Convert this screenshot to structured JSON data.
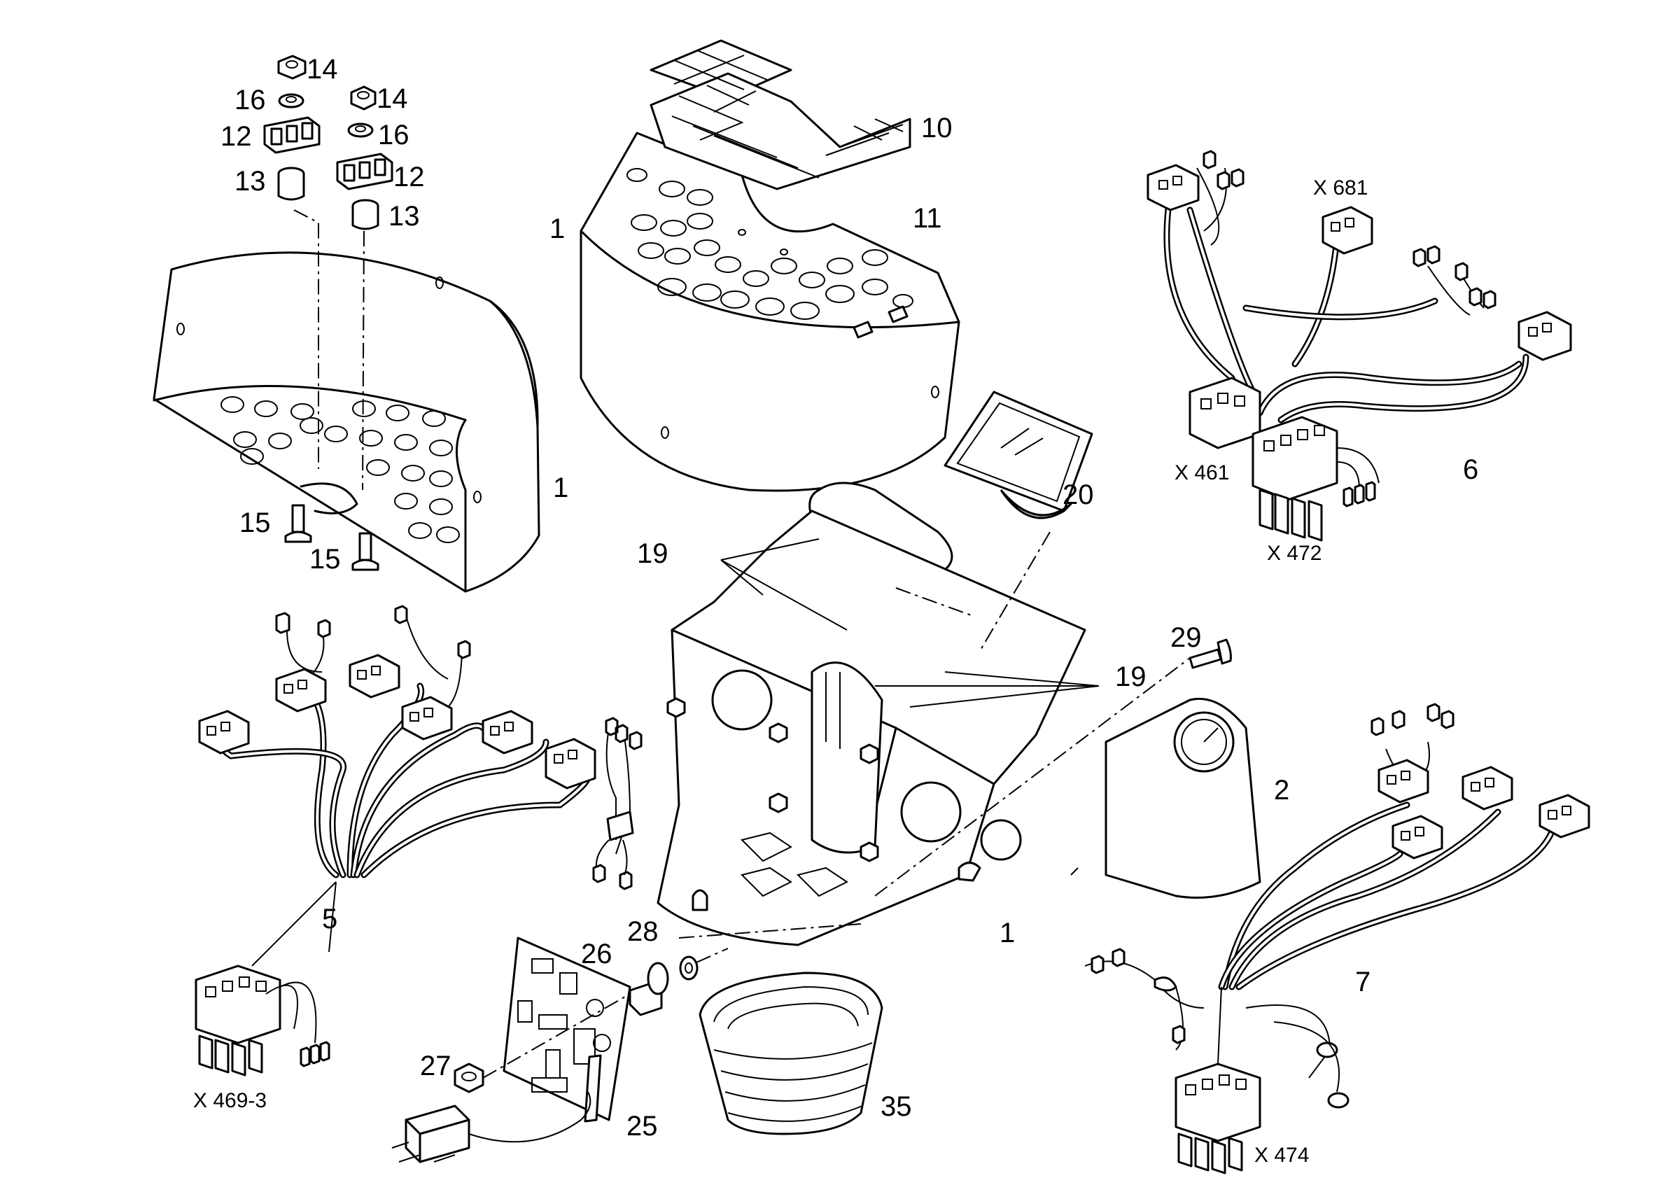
{
  "labels": {
    "n1a": "1",
    "n1b": "1",
    "n1c": "1",
    "n2": "2",
    "n5": "5",
    "n6": "6",
    "n7": "7",
    "n10": "10",
    "n11": "11",
    "n12a": "12",
    "n12b": "12",
    "n13a": "13",
    "n13b": "13",
    "n14a": "14",
    "n14b": "14",
    "n15a": "15",
    "n15b": "15",
    "n16a": "16",
    "n16b": "16",
    "n19a": "19",
    "n19b": "19",
    "n20": "20",
    "n25": "25",
    "n26": "26",
    "n27": "27",
    "n28": "28",
    "n29": "29",
    "n35": "35"
  },
  "connectors": {
    "x681": "X 681",
    "x461": "X 461",
    "x472": "X 472",
    "x469": "X 469-3",
    "x474": "X 474"
  }
}
